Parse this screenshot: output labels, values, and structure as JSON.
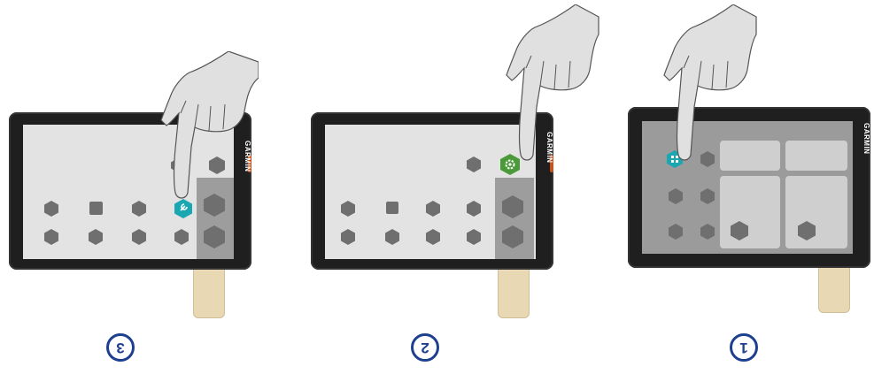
{
  "brand": "GARMIN",
  "steps": [
    {
      "number": "3",
      "icon": "wrench-icon"
    },
    {
      "number": "2",
      "icon": "gear-icon"
    },
    {
      "number": "1",
      "icon": "apps-grid-icon"
    }
  ],
  "colors": {
    "screen": "#e3e3e3",
    "bezel": "#1f1f1f",
    "icon": "#6f6f6f",
    "highlight_column": "#9d9d9d",
    "tile": "#cfcfcf",
    "teal_icon": "#1ba7b2",
    "green_icon": "#4a9a3a",
    "mount": "#e8d8b4",
    "badge": "#1d3f8f",
    "hand": "#e0e0e0"
  }
}
